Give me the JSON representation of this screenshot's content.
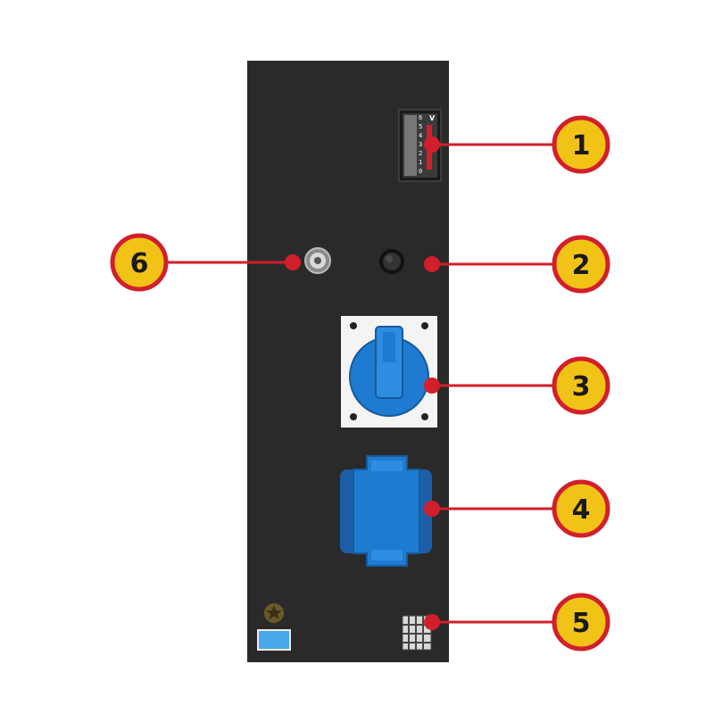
{
  "panel": {
    "color": "#2b2a2a",
    "components": [
      {
        "id": "1",
        "label": "1",
        "icon": "voltmeter-icon"
      },
      {
        "id": "2",
        "label": "2",
        "icon": "breaker-button-icon"
      },
      {
        "id": "3",
        "label": "3",
        "icon": "blue-round-socket-icon"
      },
      {
        "id": "4",
        "label": "4",
        "icon": "blue-schuko-socket-icon"
      },
      {
        "id": "5",
        "label": "5",
        "icon": "dc-terminal-icon"
      },
      {
        "id": "6",
        "label": "6",
        "icon": "ground-terminal-icon"
      }
    ],
    "voltmeter_scale": [
      "0",
      "1",
      "2",
      "3",
      "4",
      "5",
      "6"
    ],
    "voltmeter_unit": "V"
  },
  "colors": {
    "callout_fill": "#f2c317",
    "callout_stroke": "#d21f2b",
    "leader_line": "#d21f2b",
    "socket_blue": "#1f7bd1",
    "socket_frame": "#f4f4f4"
  }
}
